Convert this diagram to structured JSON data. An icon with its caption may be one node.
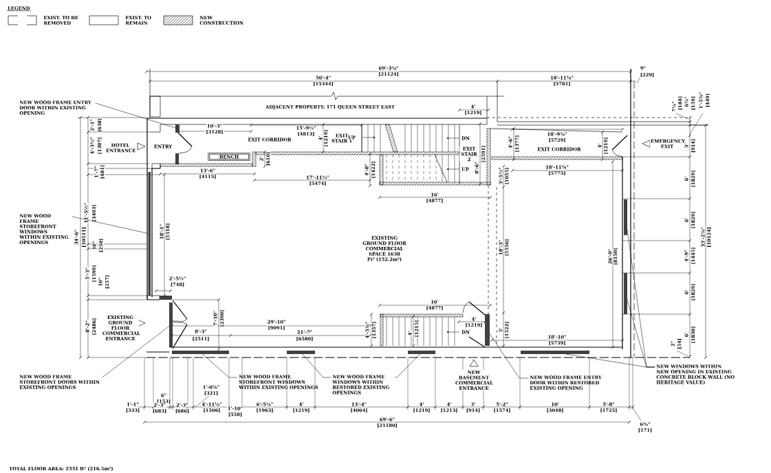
{
  "diagram": {
    "nodes": [
      {
        "text": [
          "NEW WOOD FRAME ENTRY DOOR WITHIN EXISTING OPENING"
        ]
      },
      {
        "text": [
          "BENCH"
        ]
      },
      {
        "text": [
          "NEW WOOD FRAME STOREFRONT WINDOWS WITHIN EXISTING OPENINGS"
        ]
      },
      {
        "text": [
          "NEW WOOD FRAME STOREFRONT DOORS WITHIN EXISTING OPENINGS"
        ]
      },
      {
        "text": [
          "NEW WOOD FRAME STOREFRONT WINDOWS WITHIN EXISTING OPENINGS"
        ]
      },
      {
        "text": [
          "NEW WOOD FRAME WINDOWS WITHIN RESTORED EXISTING OPENINGS"
        ]
      },
      {
        "text": [
          "NEW WOOD FRAME ENTRY DOOR WITHIN RESTORED EXISTING OPENING"
        ]
      },
      {
        "text": [
          "NEW WINDOWS WITHIN NEW OPENING IN EXISTING CONCRETE BLOCK WALL (NO HERITAGE VALUE)"
        ]
      },
      {
        "text": [],
        "shape": "bar"
      },
      {
        "text": [],
        "shape": "bar"
      },
      {
        "text": [],
        "shape": "bar"
      },
      {
        "text": [],
        "shape": "bar"
      },
      {
        "text": [],
        "shape": "bar"
      },
      {
        "text": [],
        "shape": "bar"
      },
      {
        "text": [],
        "shape": "bar"
      },
      {
        "text": [],
        "shape": "bar"
      },
      {
        "text": [],
        "shape": "bar"
      },
      {
        "text": [],
        "shape": "bar"
      }
    ],
    "edges": [
      {
        "from": 0,
        "to": 8,
        "arrow": "none"
      },
      {
        "from": 2,
        "to": 9,
        "arrow": "none"
      },
      {
        "from": 3,
        "to": 10,
        "arrow": "none"
      },
      {
        "from": 4,
        "to": 11,
        "arrow": "none"
      },
      {
        "from": 5,
        "to": 12,
        "arrow": "none"
      },
      {
        "from": 5,
        "to": 13,
        "arrow": "none"
      },
      {
        "from": 6,
        "to": 14,
        "arrow": "none"
      },
      {
        "from": 7,
        "to": 16,
        "arrow": "none"
      },
      {
        "from": 7,
        "to": 17,
        "arrow": "none"
      },
      {
        "from": 7,
        "to": 15,
        "arrow": "none"
      }
    ],
    "labels": [
      "LEGEND",
      "69'-3⅝\"",
      "[21124]",
      "9\"",
      "[229]",
      "50'-4\"",
      "[15344]",
      "18'-11⅝\"",
      "[5781]",
      "ADJACENT PROPERTY: 171 QUEEN STREET EAST",
      "4'",
      "[1219]",
      "7¼\"",
      "[184]",
      "6¼\"",
      "[159]",
      "1'-5⅝\"",
      "[449]",
      "2'-1\"",
      "[638]",
      "10'-3\"",
      "[3128]",
      "15'-9½\"",
      "[4813]",
      "18'-9⅝\"",
      "[5729]",
      "4'-3½\"",
      "[1307]",
      "HOTEL ENTRANCE",
      "ENTRY",
      "EXIT CORRIDOR",
      "4'",
      "[1219]",
      "EXIT STAIR 1",
      "UP",
      "DN",
      "4'-6\"",
      "[1377]",
      "EXIT CORRIDOR",
      "4'",
      "[1219]",
      "EMERGENCY EXIT",
      "3'",
      "[914]",
      "2'",
      "[610]",
      "EXIT STAIR 2",
      "8'-6\"",
      "[2591]",
      "1'-7\"",
      "[481]",
      "13'-6\"",
      "[4115]",
      "17'-11½\"",
      "[5474]",
      "4'-8\"",
      "[1422]",
      "UP",
      "3'-5½\"",
      "[1055]",
      "18'-11⅜\"",
      "[5775]",
      "6'",
      "[1829]",
      "16'",
      "[4877]",
      "11'-5½\"",
      "[3493]",
      "6'",
      "[1829]",
      "34'-6\"",
      "[10511]",
      "18'-1\"",
      "[5518]",
      "33'-2⅝\"",
      "[10124]",
      "10\"",
      "[250]",
      "EXISTING GROUND FLOOR COMMERCIAL SPACE 1638 Ft² (152.2m²)",
      "18'-3\"",
      "[5556]",
      "26'-9\"",
      "[8150]",
      "4'-9\"",
      "[1445]",
      "5'-3\"",
      "[1599]",
      "2'-5½\"",
      "[748]",
      "10\"",
      "[257]",
      "6'",
      "[1829]",
      "16'",
      "[4877]",
      "EXISTING GROUND FLOOR COMMERCIAL ENTRANCE",
      "7'-10\"",
      "[2390]",
      "4'",
      "[1219]",
      "29'-10\"",
      "[9091]",
      "8'-2\"",
      "[2486]",
      "4'-5⅜\"",
      "[1357]",
      "4'",
      "[1215]",
      "DN",
      "5'",
      "[1522]",
      "8'-3\"",
      "[2511]",
      "21'-7\"",
      "[6580]",
      "6'",
      "[1830]",
      "18'-10\"",
      "[5739]",
      "2\"",
      "[54]",
      "NEW BASEMENT COMMERCIAL ENTRANCE",
      "6\"",
      "[153]",
      "1'-0⅝\"",
      "[321]",
      "1'-1\"",
      "[333]",
      "2'-3\"",
      "[683]",
      "2'-3\"",
      "[686]",
      "4'-11¼\"",
      "[1506]",
      "6'-5¼\"",
      "[1963]",
      "4'",
      "[1219]",
      "13'-4\"",
      "[4064]",
      "4'",
      "[1219]",
      "4'",
      "[1213]",
      "3'",
      "[914]",
      "5'-2\"",
      "[1574]",
      "10'",
      "[3048]",
      "5'-8\"",
      "[1725]",
      "1'-10\"",
      "[558]",
      "69'-6\"",
      "[21180]",
      "6¾\"",
      "[171]",
      "TOTAL FLOOR AREA: 2331 ft² (216.5m²)"
    ],
    "legend": [
      {
        "text": "EXIST. TO BE REMOVED"
      },
      {
        "text": "EXIST. TO REMAIN"
      },
      {
        "text": "NEW CONSTRUCTION"
      }
    ]
  }
}
